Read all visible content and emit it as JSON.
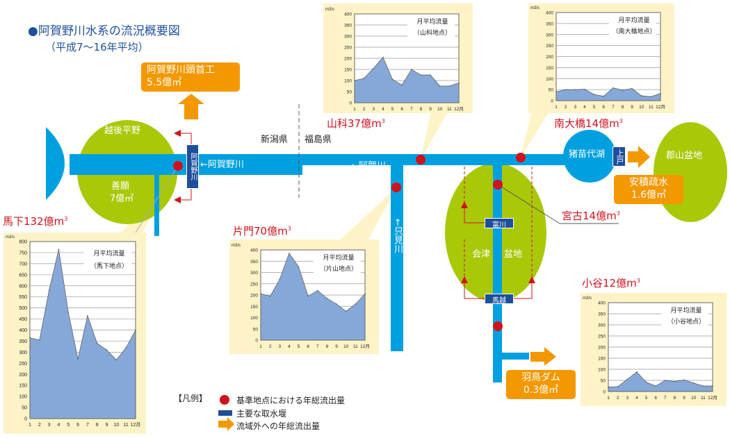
{
  "title": "●阿賀野川水系の流況概要図",
  "subtitle": "（平成7～16年平均）",
  "colors": {
    "river": "#00a0e0",
    "plain": "#a9c808",
    "point": "#d0121b",
    "dam": "#1d4f9c",
    "outflow": "#f39800",
    "panel": "#fdf3c6",
    "area": "#86a8d8"
  },
  "labels": {
    "echigo": "越後平野",
    "zengan": "善願",
    "zengan_val": "7億㎥",
    "aga_dam": "阿賀野川",
    "agano_river": "←阿賀野川",
    "aga_river": "←阿賀川",
    "niigata": "新潟県",
    "fukushima": "福島県",
    "tadami": "←只見川",
    "aizu1": "会津",
    "aizu2": "盆地",
    "inawashiro": "猪苗代湖",
    "jogo": "上戸",
    "koriyama": "郡山盆地",
    "tomikawa": "富川",
    "umakoshi": "馬越"
  },
  "points": {
    "magashita": "馬下132億",
    "katakado": "片門70億",
    "yamashina": "山科37億",
    "minamiohashi": "南大橋14億",
    "miyako": "宮古14億",
    "oya": "小谷12億",
    "unit_sup": "3",
    "m": "m"
  },
  "outflows": {
    "tosyuko_name": "阿賀野川頭首工",
    "tosyuko_val": "5.5億㎥",
    "asaka_name": "安積疏水",
    "asaka_val": "1.6億㎥",
    "hatori_name": "羽鳥ダム",
    "hatori_val": "0.3億㎥"
  },
  "legend": {
    "title": "【凡例】",
    "point": "基準地点における年総流出量",
    "dam": "主要な取水堰",
    "outflow": "流域外への年総流出量"
  },
  "chart_data": [
    {
      "type": "area",
      "id": "magashita",
      "title": "月平均流量",
      "subtitle": "（馬下地点）",
      "ylabel": "m3/s",
      "ylim": [
        0,
        800
      ],
      "ystep": 50,
      "categories": [
        "1",
        "2",
        "3",
        "4",
        "5",
        "6",
        "7",
        "8",
        "9",
        "10",
        "11",
        "12月"
      ],
      "values": [
        365,
        355,
        580,
        765,
        480,
        270,
        465,
        340,
        310,
        265,
        320,
        400
      ]
    },
    {
      "type": "area",
      "id": "katakado",
      "title": "月平均流量",
      "subtitle": "（片山地点）",
      "ylabel": "m3/s",
      "ylim": [
        0,
        400
      ],
      "ystep": 50,
      "categories": [
        "1",
        "2",
        "3",
        "4",
        "5",
        "6",
        "7",
        "8",
        "9",
        "10",
        "11",
        "12月"
      ],
      "values": [
        205,
        195,
        270,
        385,
        325,
        195,
        220,
        185,
        160,
        128,
        160,
        205
      ]
    },
    {
      "type": "area",
      "id": "yamashina",
      "title": "月平均流量",
      "subtitle": "（山科地点）",
      "ylabel": "m3/s",
      "ylim": [
        0,
        400
      ],
      "ystep": 50,
      "categories": [
        "1",
        "2",
        "3",
        "4",
        "5",
        "6",
        "7",
        "8",
        "9",
        "10",
        "11",
        "12月"
      ],
      "values": [
        100,
        110,
        155,
        205,
        105,
        80,
        150,
        125,
        125,
        75,
        75,
        90
      ]
    },
    {
      "type": "area",
      "id": "minamiohashi",
      "title": "月平均流量",
      "subtitle": "（南大橋地点）",
      "ylabel": "m3/s",
      "ylim": [
        0,
        400
      ],
      "ystep": 50,
      "categories": [
        "1",
        "2",
        "3",
        "4",
        "5",
        "6",
        "7",
        "8",
        "9",
        "10",
        "11",
        "12月"
      ],
      "values": [
        40,
        50,
        50,
        52,
        28,
        20,
        58,
        48,
        55,
        22,
        18,
        33
      ]
    },
    {
      "type": "area",
      "id": "oya",
      "title": "月平均流量",
      "subtitle": "（小谷地点）",
      "ylabel": "m3/s",
      "ylim": [
        0,
        400
      ],
      "ystep": 50,
      "categories": [
        "1",
        "2",
        "3",
        "4",
        "5",
        "6",
        "7",
        "8",
        "9",
        "10",
        "11",
        "12月"
      ],
      "values": [
        20,
        22,
        55,
        88,
        42,
        25,
        50,
        45,
        52,
        38,
        25,
        25
      ]
    }
  ]
}
